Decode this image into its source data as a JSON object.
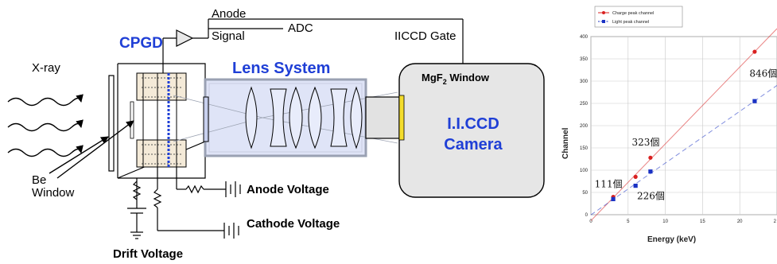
{
  "diagram": {
    "xray_label": "X-ray",
    "cpgd_label": "CPGD",
    "anode_signal_line1": "Anode",
    "anode_signal_line2": "Signal",
    "adc_label": "ADC",
    "iiccd_gate_label": "IICCD Gate",
    "lens_system_label": "Lens System",
    "mgf2_prefix": "MgF",
    "mgf2_sub": "2",
    "mgf2_suffix": " Window",
    "camera_line1": "I.I.CCD",
    "camera_line2": "Camera",
    "be_window_line1": "Be",
    "be_window_line2": "Window",
    "anode_voltage_label": "Anode Voltage",
    "cathode_voltage_label": "Cathode Voltage",
    "drift_voltage_label": "Drift Voltage",
    "colors": {
      "blue_text": "#1f3fd6",
      "lens_fill": "#dfe4f7",
      "camera_fill": "#e6e6e6"
    }
  },
  "chart_data": {
    "type": "scatter",
    "xlabel": "Energy (keV)",
    "ylabel": "Channel",
    "xlim": [
      0,
      25
    ],
    "ylim": [
      0,
      400
    ],
    "x_ticks": [
      "0",
      "5",
      "10",
      "15",
      "20",
      "2"
    ],
    "y_ticks": [
      "0",
      "50",
      "100",
      "150",
      "200",
      "250",
      "300",
      "350",
      "400"
    ],
    "grid": true,
    "legend_position": "top-left",
    "series": [
      {
        "name": "Charge peak channel",
        "color": "#d92020",
        "marker": "circle",
        "line_style": "solid",
        "x": [
          3,
          6,
          8,
          22
        ],
        "y": [
          40,
          85,
          128,
          366
        ]
      },
      {
        "name": "Light peak channel",
        "color": "#1a32c4",
        "marker": "square",
        "line_style": "dashed",
        "x": [
          3,
          6,
          8,
          22
        ],
        "y": [
          35,
          65,
          97,
          255
        ]
      }
    ],
    "annotations": [
      {
        "text": "111個",
        "x": 0.5,
        "y": 62
      },
      {
        "text": "226個",
        "x": 6.2,
        "y": 35
      },
      {
        "text": "323個",
        "x": 5.5,
        "y": 155
      },
      {
        "text": "846個",
        "x": 21.3,
        "y": 310
      }
    ]
  }
}
